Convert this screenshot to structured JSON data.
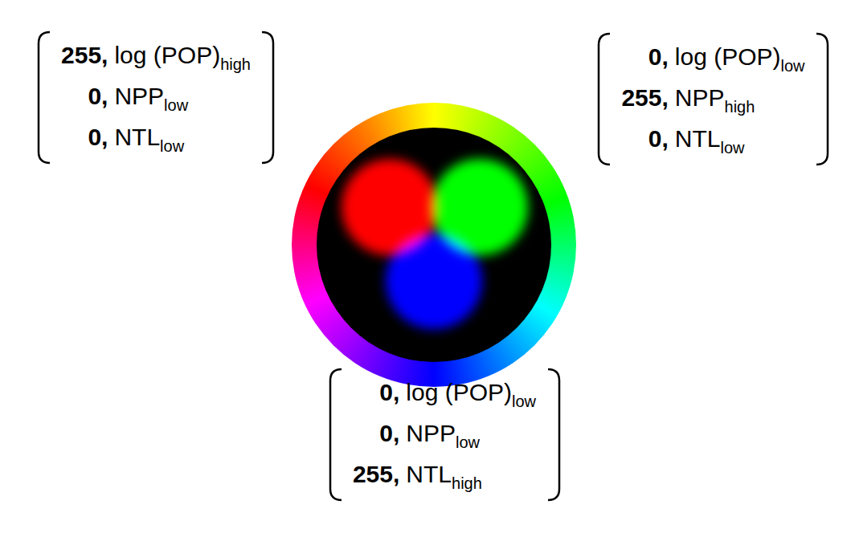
{
  "diagram": {
    "nodes": [
      {
        "text": [
          "255,",
          "log (POP)",
          "high",
          "0,",
          "NPP",
          "low",
          "0,",
          "NTL",
          "low"
        ]
      },
      {
        "text": [
          "0,",
          "log (POP)",
          "low",
          "255,",
          "NPP",
          "high",
          "0,",
          "NTL",
          "low"
        ]
      },
      {
        "text": [
          "0,",
          "log (POP)",
          "low",
          "0,",
          "NPP",
          "low",
          "255,",
          "NTL",
          "high"
        ]
      }
    ]
  }
}
